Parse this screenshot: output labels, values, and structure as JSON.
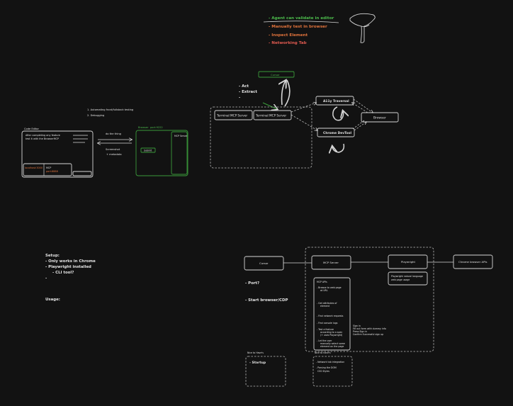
{
  "colors": {
    "background": "#121212",
    "ink": "#d6d6d6",
    "green": "#4cbb4c",
    "orange": "#e0733c",
    "red": "#e05a50"
  },
  "notes_top": {
    "line1": "- Agent can validate in editor",
    "line2": "- Manually test in browser",
    "line3": "- Inspect Element",
    "line4": "- Networking Tab"
  },
  "act_list": {
    "act": "- Act",
    "extract": "- Extract",
    "dash": "-"
  },
  "numbered_list": {
    "item1": "1. Automating front/fullstack testing",
    "item2": "2. Debugging"
  },
  "code_editor": {
    "label": "Code Editor",
    "text_line1": "After completing any feature",
    "text_line2": "test it with the BrowserMCP",
    "localhost": "localhost:3000",
    "mcp": "MCP",
    "port": "port:8888"
  },
  "arrows_left": {
    "do_thing": "do the thing",
    "screenshot": "Screenshot",
    "metadata": "+ metadata"
  },
  "browser_left": {
    "browser": "Browser",
    "port": "port:9222",
    "mcp_server": "MCP Server",
    "submit": "Submit"
  },
  "top_right_diagram": {
    "cursor": "Cursor",
    "terminal1": "Terminal MCP Server",
    "terminal2": "Terminal MCP Server",
    "a11y": "A11y Traversal",
    "devtool": "Chrome DevTool",
    "browser": "Browser"
  },
  "setup": {
    "title": "Setup:",
    "item1": "- Only works in Chrome",
    "item2": "- Playwright installed",
    "item3": "- CLI tool?",
    "dash": "-",
    "usage": "Usage:"
  },
  "bottom_right": {
    "cursor": "Cursor",
    "mcp_server": "MCP Server",
    "playwright": "Playwright",
    "chrome_apis": "Chrome browser APIs",
    "port_q": "- Port?",
    "start_browser": "- Start browser/CDP",
    "playwright_note_1": "Playwright natural language",
    "playwright_note_2": "web page usage",
    "mcp_apis": "MCP APIs",
    "api1a": "- Browse to web page",
    "api1b": "at URL",
    "api2a": "- Get attributes of",
    "api2b": "element",
    "api3": "- Find network requests",
    "api4": "- Find console logs",
    "api5a": "- Test a feature",
    "api5b": "according to a spec",
    "api5c": "(+ uses Playwright)",
    "api6a": "- Let the user",
    "api6b": "manually select some",
    "api6c": "element on the page",
    "signin1": "Sign in",
    "signin2": "Fill out form with dummy info",
    "signin3": "Press Sign in",
    "signin4": "Confirm Successful sign up",
    "todo_label_1": "Nice to Have's",
    "todo_item_1": "- Startup",
    "todo_label_2": "Nice to have's",
    "todo_item_2a": "- Network tab integration",
    "todo_item_2b": "- Parsing the DOM",
    "todo_item_2c": "CSS Styles"
  }
}
